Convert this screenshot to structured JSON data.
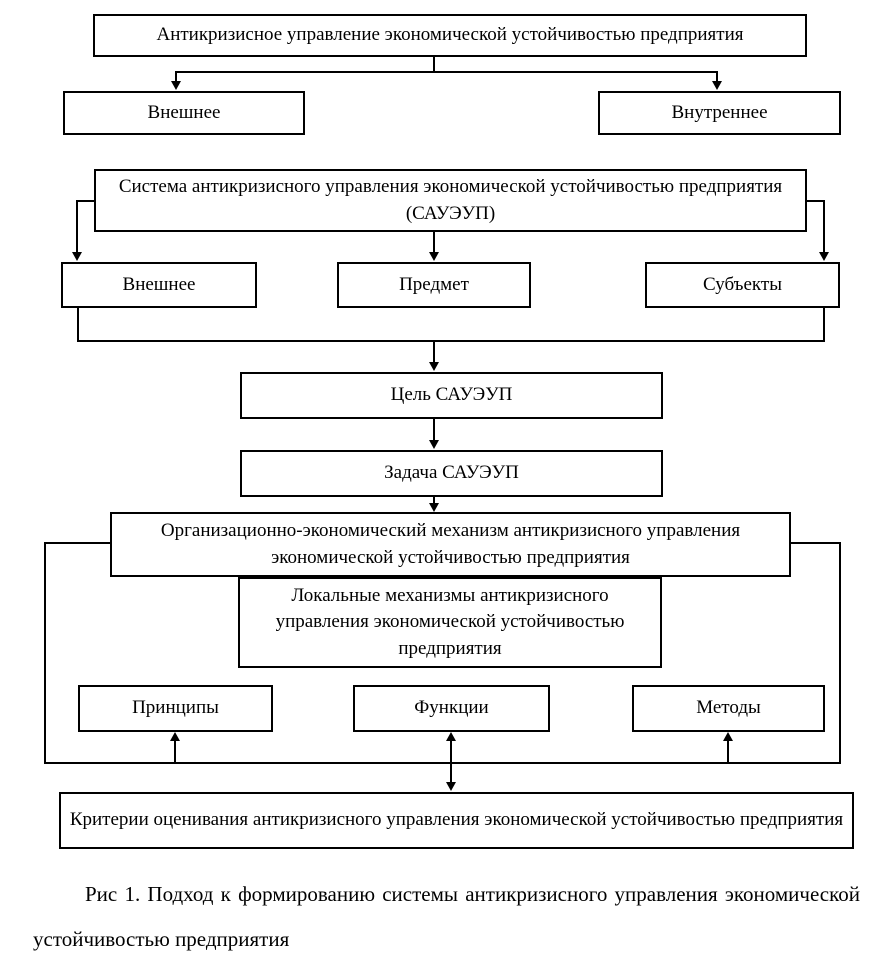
{
  "diagram": {
    "top": "Антикризисное управление экономической устойчивостью предприятия",
    "external": "Внешнее",
    "internal": "Внутреннее",
    "system": "Система антикризисного управления экономической устойчивостью предприятия (САУЭУП)",
    "env": "Внешнее",
    "subject_matter": "Предмет",
    "subjects": "Субъекты",
    "goal": "Цель САУЭУП",
    "task": "Задача САУЭУП",
    "mechanism": "Организационно-экономический механизм антикризисного управления экономической устойчивостью предприятия",
    "local": "Локальные механизмы антикризисного управления экономической устойчивостью предприятия",
    "principles": "Принципы",
    "functions": "Функции",
    "methods": "Методы",
    "criteria": "Критерии оценивания антикризисного управления экономической устойчивостью предприятия"
  },
  "caption": {
    "text": "Рис 1. Подход к формированию системы антикризисного управления экономической устойчивостью предприятия"
  },
  "colors": {
    "line": "#000000",
    "background": "#ffffff",
    "text": "#000000"
  }
}
